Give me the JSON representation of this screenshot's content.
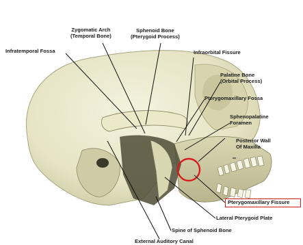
{
  "labels": {
    "infratemporal_fossa": "Infratemporal Fossa",
    "zygomatic_arch_1": "Zygomatic Arch",
    "zygomatic_arch_2": "(Temporal Bone)",
    "sphenoid_bone_1": "Sphenoid Bone",
    "sphenoid_bone_2": "(Pterygoid Process)",
    "infraorbital_fissure": "Infraorbital Fissure",
    "palatine_bone_1": "Palatine Bone",
    "palatine_bone_2": "(Orbital Process)",
    "pterygomaxillary_fossa": "Pterygomaxillary Fossa",
    "sphenopalatine_1": "Sphenopalatine",
    "sphenopalatine_2": "Foramen",
    "posterior_wall_1": "Posterior Wall",
    "posterior_wall_2": "Of Maxilla",
    "pterygomaxillary_fissure": "Pterygomaxillary Fissure",
    "lateral_pterygoid_plate": "Lateral Pterygoid Plate",
    "spine_of_sphenoid": "Spine of Sphenoid Bone",
    "external_auditory_canal": "External Auditory Canal"
  },
  "colors": {
    "bone": "#ecebcf",
    "bone_shadow": "#c9c7a3",
    "bone_dark": "#6f6b4f",
    "leader": "#111111",
    "highlight": "#d81b1b"
  }
}
